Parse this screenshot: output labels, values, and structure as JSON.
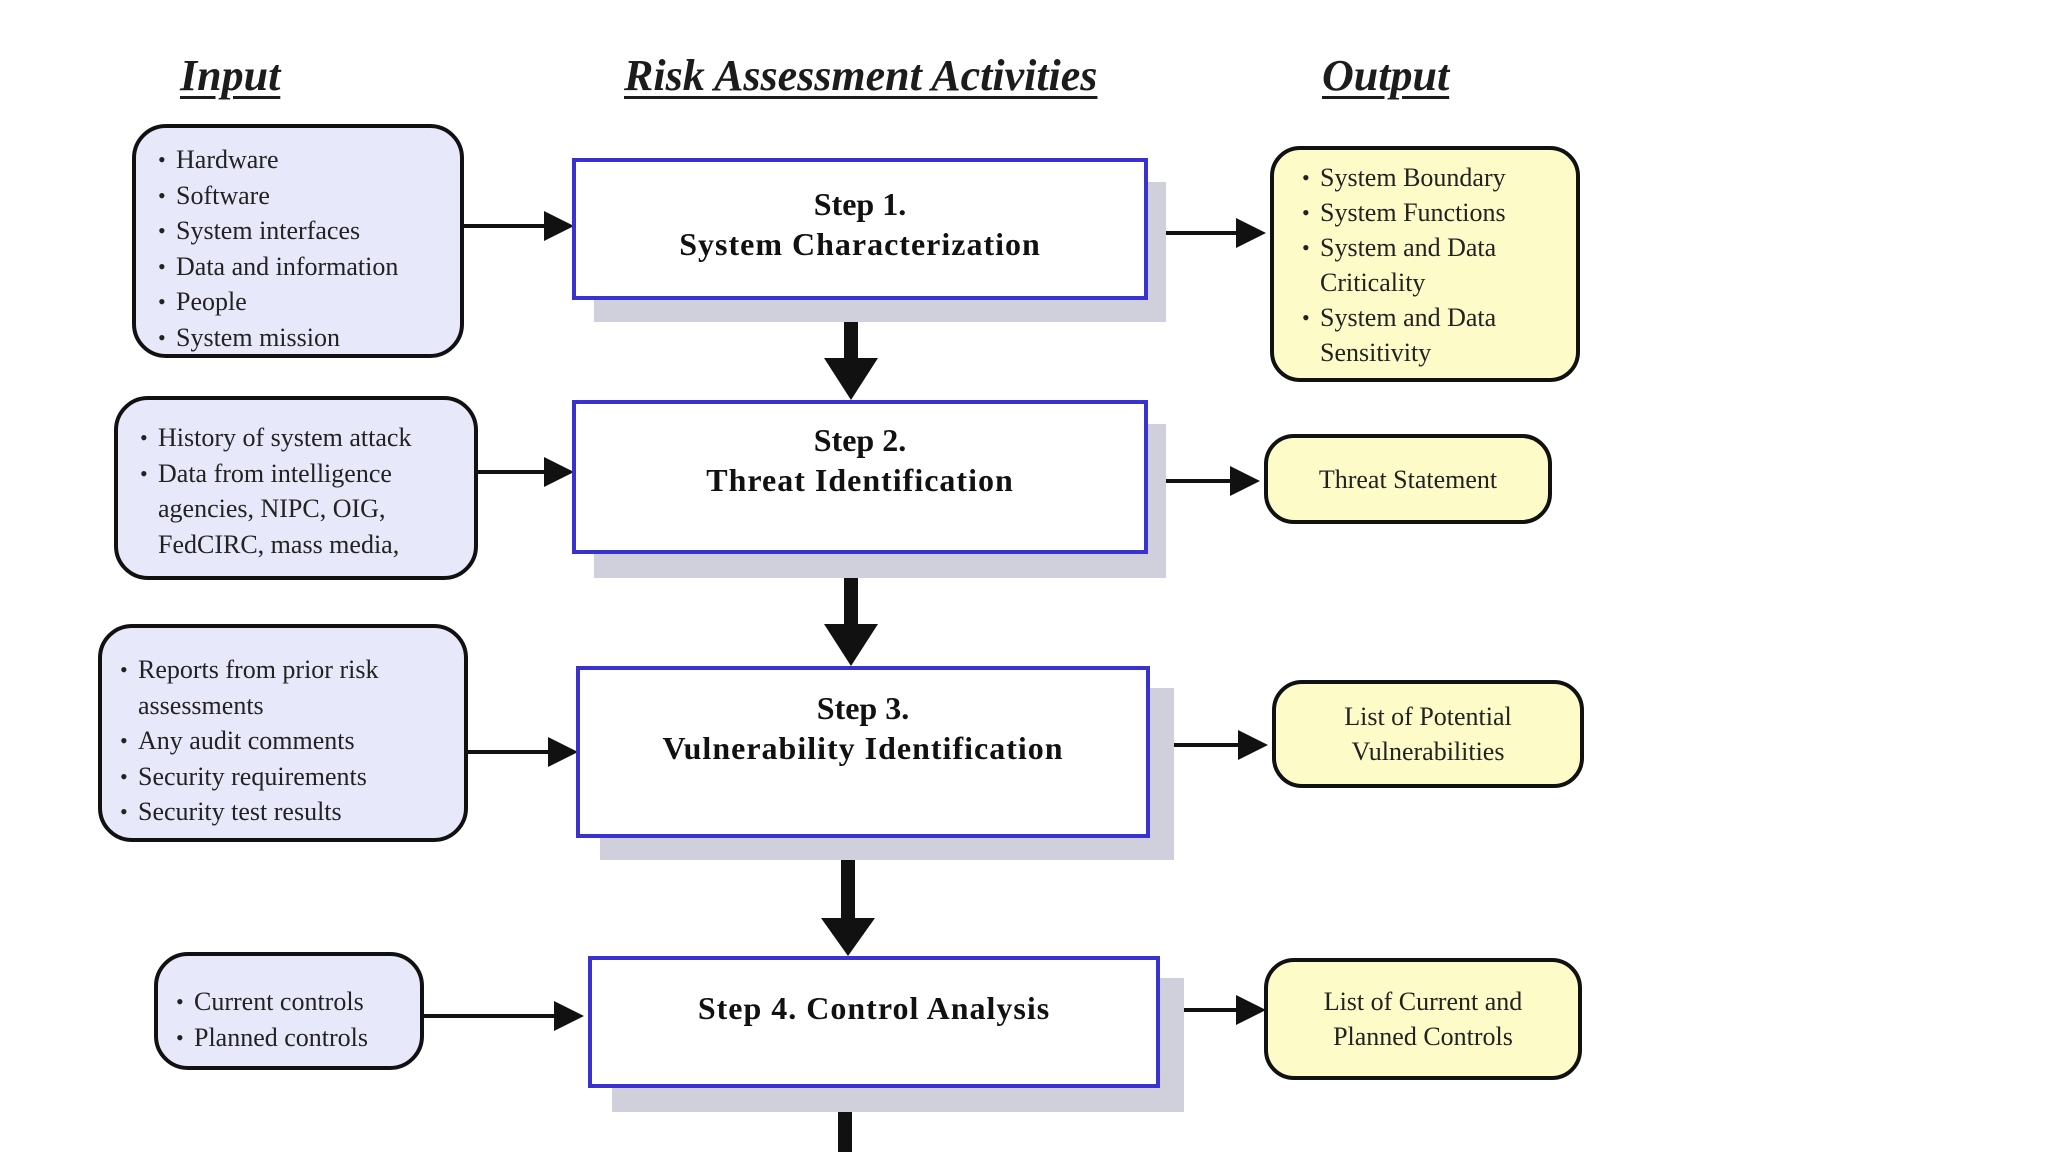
{
  "headings": {
    "input": "Input",
    "activities": "Risk Assessment Activities",
    "output": "Output"
  },
  "inputs": [
    {
      "items": [
        "Hardware",
        "Software",
        "System interfaces",
        "Data and information",
        "People",
        "System mission"
      ]
    },
    {
      "items": [
        "History of system attack",
        "Data from intelligence agencies, NIPC, OIG, FedCIRC, mass media,"
      ]
    },
    {
      "items": [
        "Reports from prior risk assessments",
        "Any audit comments",
        "Security requirements",
        "Security test results"
      ]
    },
    {
      "items": [
        "Current controls",
        "Planned controls"
      ]
    }
  ],
  "steps": [
    {
      "number": "Step 1.",
      "title": "System Characterization"
    },
    {
      "number": "Step 2.",
      "title": "Threat Identification"
    },
    {
      "number": "Step 3.",
      "title": "Vulnerability Identification"
    },
    {
      "number": "",
      "title": "Step 4.  Control Analysis"
    }
  ],
  "outputs": [
    {
      "items": [
        "System Boundary",
        "System Functions",
        "System and Data Criticality",
        "System and Data Sensitivity"
      ]
    },
    {
      "text": "Threat Statement"
    },
    {
      "text": "List of Potential\nVulnerabilities"
    },
    {
      "text": "List of Current and\nPlanned Controls"
    }
  ],
  "colors": {
    "input_fill": "#e8e8fb",
    "step_border": "#3a32d0",
    "output_fill": "#fdfbc8",
    "arrow": "#111111"
  }
}
